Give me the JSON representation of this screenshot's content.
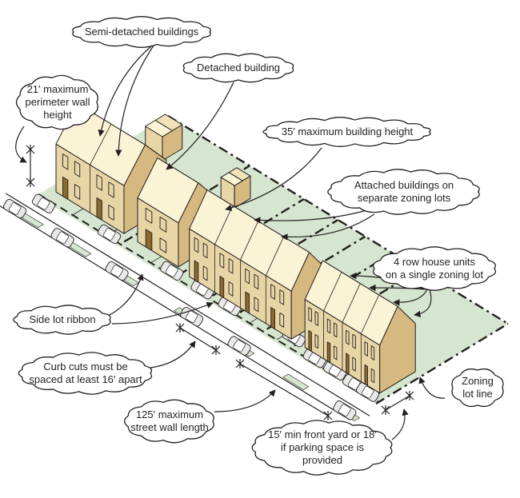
{
  "colors": {
    "ground": "#d6e5cf",
    "wall": "#e8d5a6",
    "wall_side": "#d6b981",
    "roof": "#fbf3d6",
    "roof_back": "#f1e2b8",
    "line": "#231f20",
    "door": "#8a6a2e",
    "car": "#e8e8e8"
  },
  "callouts": {
    "semi_detached": {
      "lines": [
        "Semi-detached buildings"
      ]
    },
    "detached": {
      "lines": [
        "Detached building"
      ]
    },
    "perimeter_wall": {
      "lines": [
        "21′ maximum",
        "perimeter wall",
        "height"
      ]
    },
    "building_height": {
      "lines": [
        "35′ maximum building height"
      ]
    },
    "attached": {
      "lines": [
        "Attached buildings on",
        "separate zoning lots"
      ]
    },
    "row_house": {
      "lines": [
        "4 row house units",
        "on a single zoning lot"
      ]
    },
    "side_lot": {
      "lines": [
        "Side lot ribbon"
      ]
    },
    "curb_cuts": {
      "lines": [
        "Curb cuts must be",
        "spaced at least 16′ apart"
      ]
    },
    "street_wall": {
      "lines": [
        "125′ maximum",
        "street wall length"
      ]
    },
    "front_yard": {
      "lines": [
        "15′ min front yard or 18′",
        "if parking space is",
        "provided"
      ]
    },
    "lot_line": {
      "lines": [
        "Zoning",
        "lot line"
      ]
    }
  }
}
